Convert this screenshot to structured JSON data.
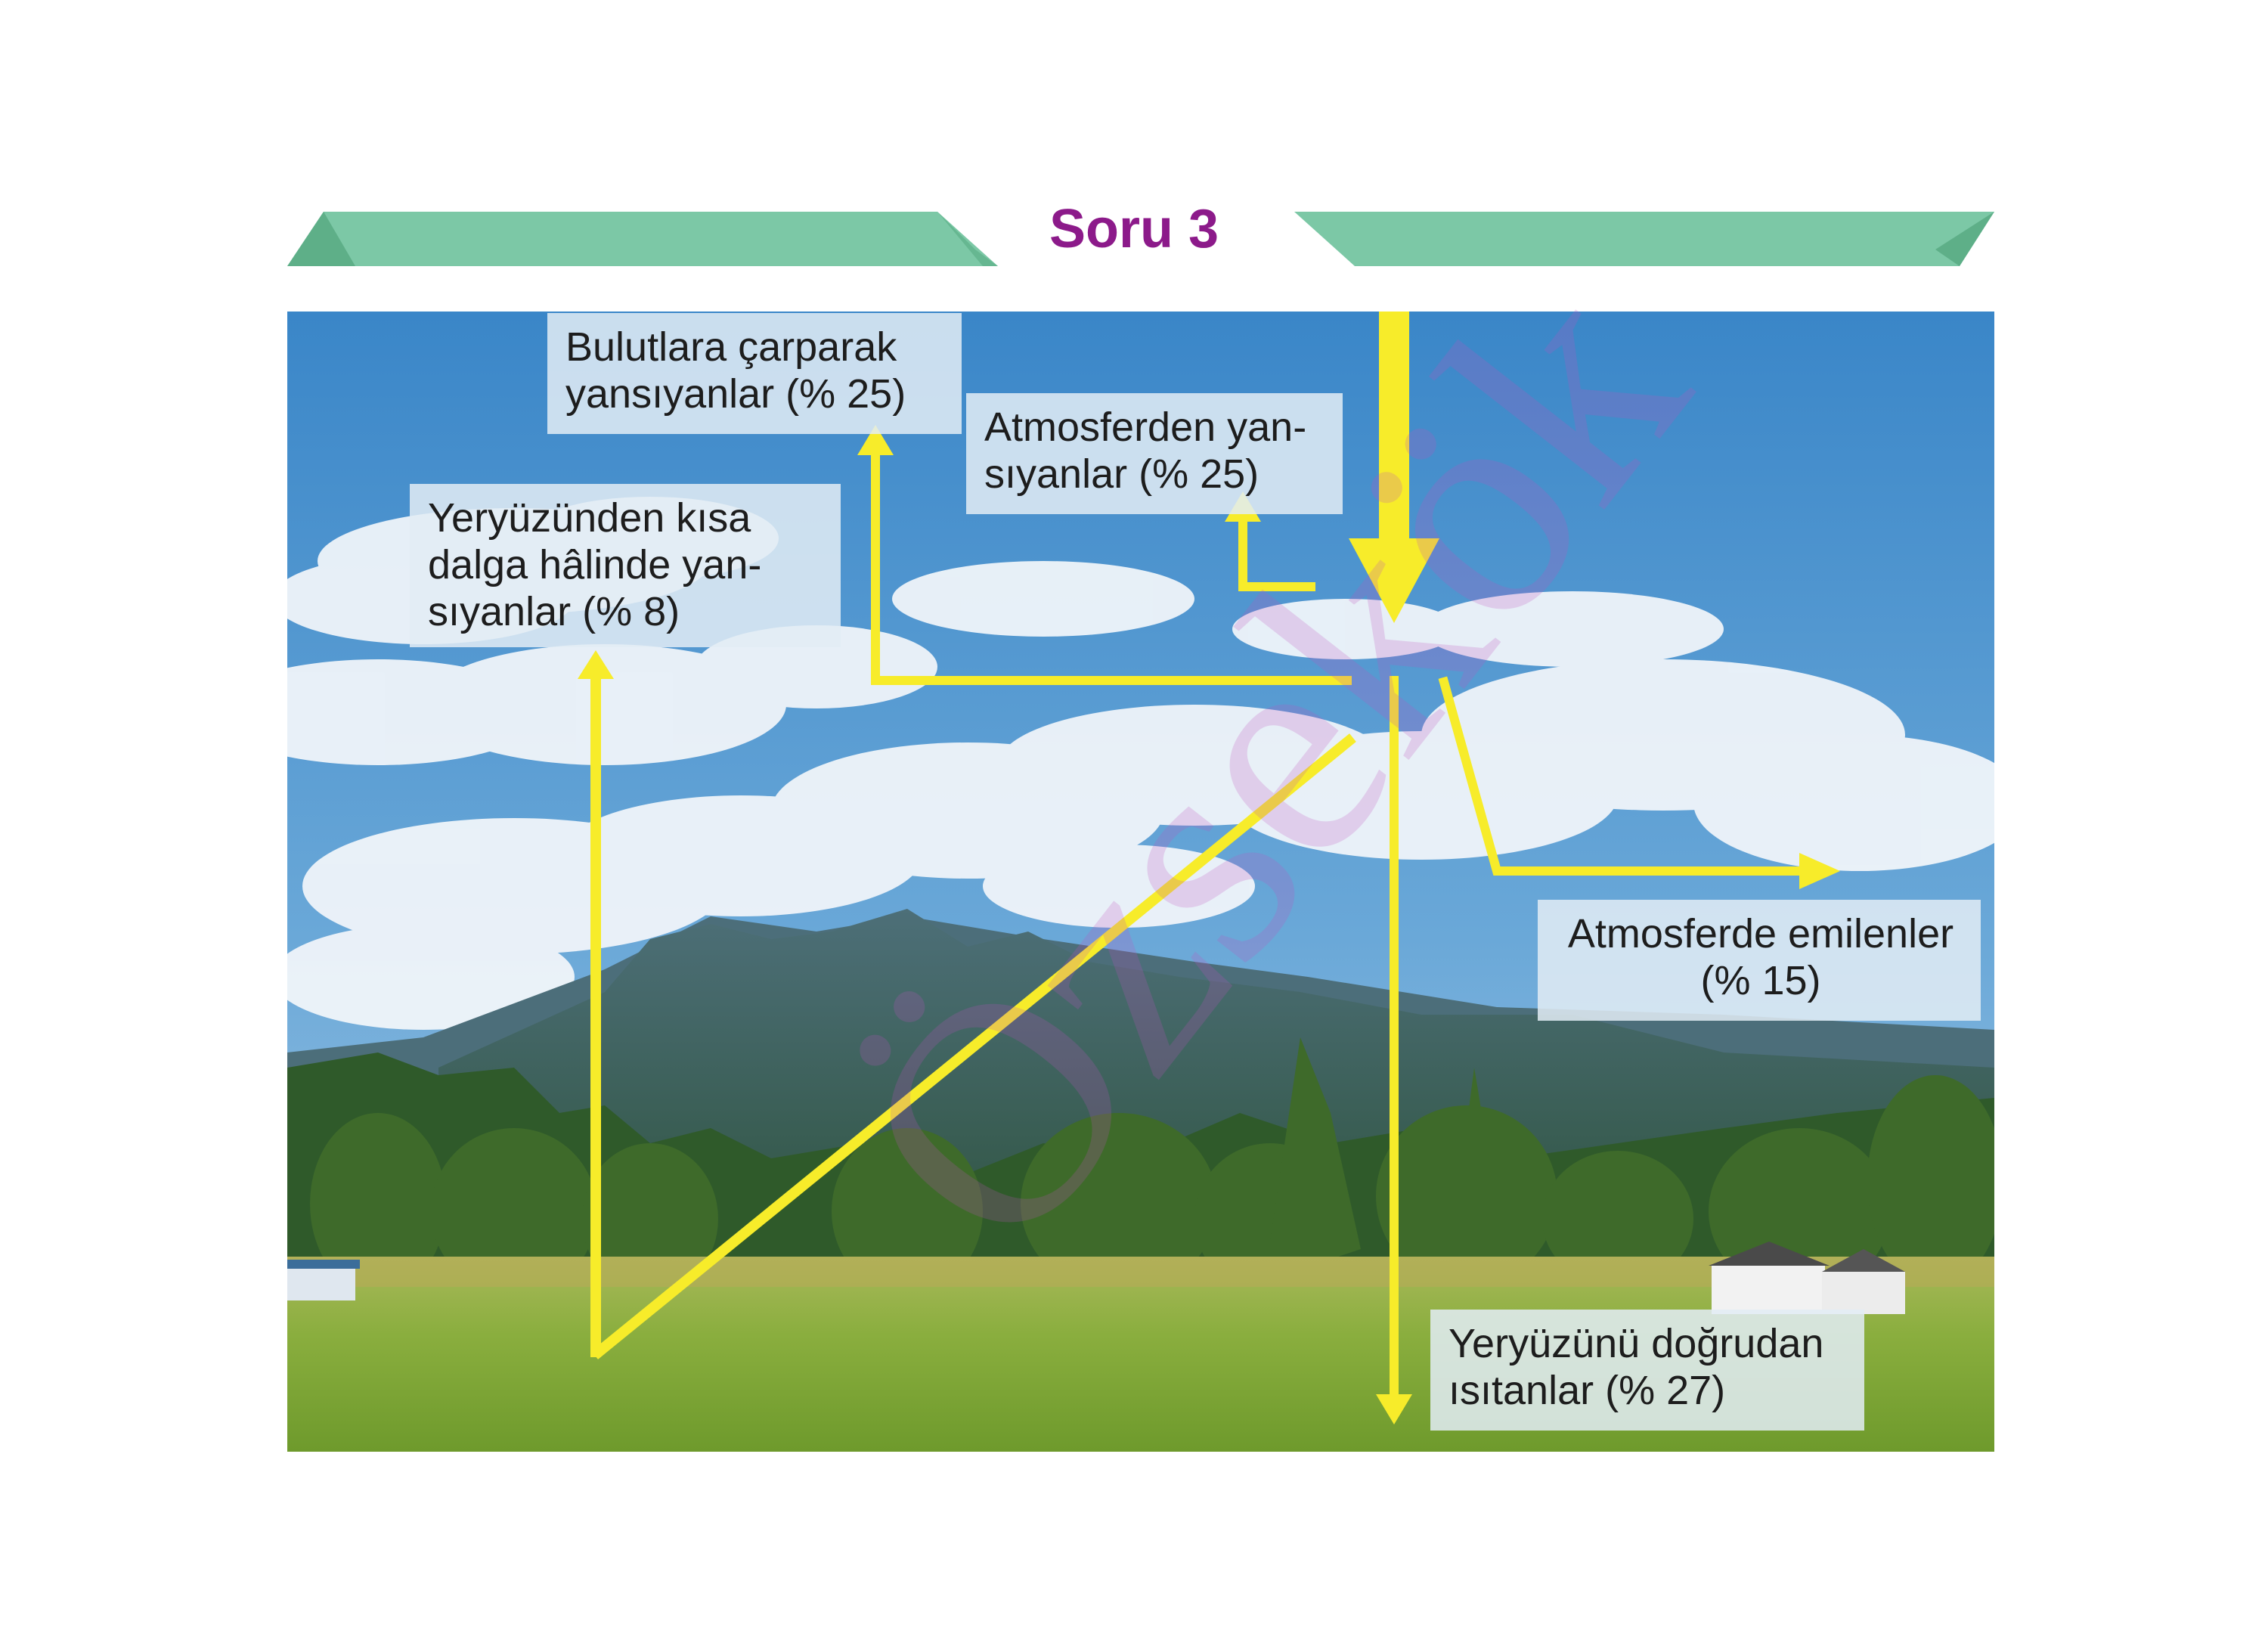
{
  "header": {
    "title": "Soru 3"
  },
  "labels": {
    "bulutlar": {
      "lines": [
        "Bulutlara çarparak",
        "yansıyanlar (% 25)"
      ]
    },
    "atmosferden": {
      "lines": [
        "Atmosferden yan-",
        "sıyanlar (% 25)"
      ]
    },
    "yeryuzunden": {
      "lines": [
        "Yeryüzünden kısa",
        "dalga hâlinde yan-",
        "sıyanlar (% 8)"
      ]
    },
    "emilenler": {
      "lines": [
        "Atmosferde emilenler",
        "(% 15)"
      ]
    },
    "isitanlar": {
      "lines": [
        "Yeryüzünü doğrudan",
        "ısıtanlar (% 27)"
      ]
    }
  },
  "watermark": {
    "text": "Özsekök"
  },
  "colors": {
    "title": "#8c1a8a",
    "banner": "#7cc8a6",
    "arrow": "#f7ec2a",
    "sky": "#3f8fcf",
    "grass": "#8fb043"
  }
}
